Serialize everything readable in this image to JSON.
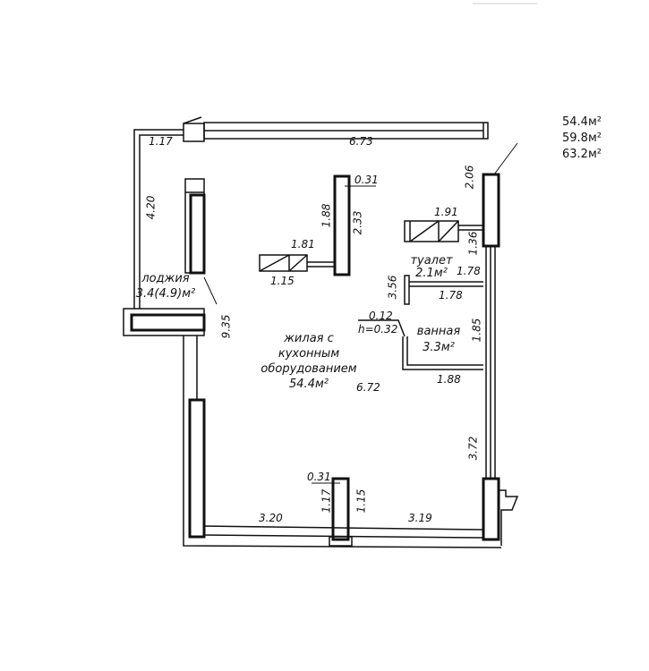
{
  "totals": {
    "living": "54.4м²",
    "total": "59.8м²",
    "with_loggia": "63.2м²"
  },
  "rooms": {
    "loggia": {
      "name": "лоджия",
      "area": "3.4(4.9)м²"
    },
    "main": {
      "name_line1": "жилая с",
      "name_line2": "кухонным",
      "name_line3": "оборудованием",
      "area": "54.4м²"
    },
    "toilet": {
      "name": "туалет",
      "area": "2.1м²"
    },
    "bath": {
      "name": "ванная",
      "area": "3.3м²"
    }
  },
  "dimensions": {
    "top_left": "1.17",
    "top": "6.73",
    "left_loggia": "4.20",
    "col_width": "0.31",
    "col_h1": "1.88",
    "col_h2": "2.33",
    "partition_top": "1.81",
    "partition_bottom": "1.15",
    "right_top": "2.06",
    "toilet_door": "1.91",
    "right_toilet": "1.36",
    "toilet_w1": "1.78",
    "toilet_w2": "1.78",
    "toilet_h": "3.56",
    "niche_w": "0.12",
    "niche_h": "h=0.32",
    "bath_h": "1.85",
    "bath_w": "1.88",
    "total_h": "9.35",
    "main_w": "6.72",
    "right_bottom": "3.72",
    "bottom_col_w": "0.31",
    "bottom_col_h1": "1.17",
    "bottom_col_h2": "1.15",
    "bottom_left": "3.20",
    "bottom_right": "3.19"
  }
}
